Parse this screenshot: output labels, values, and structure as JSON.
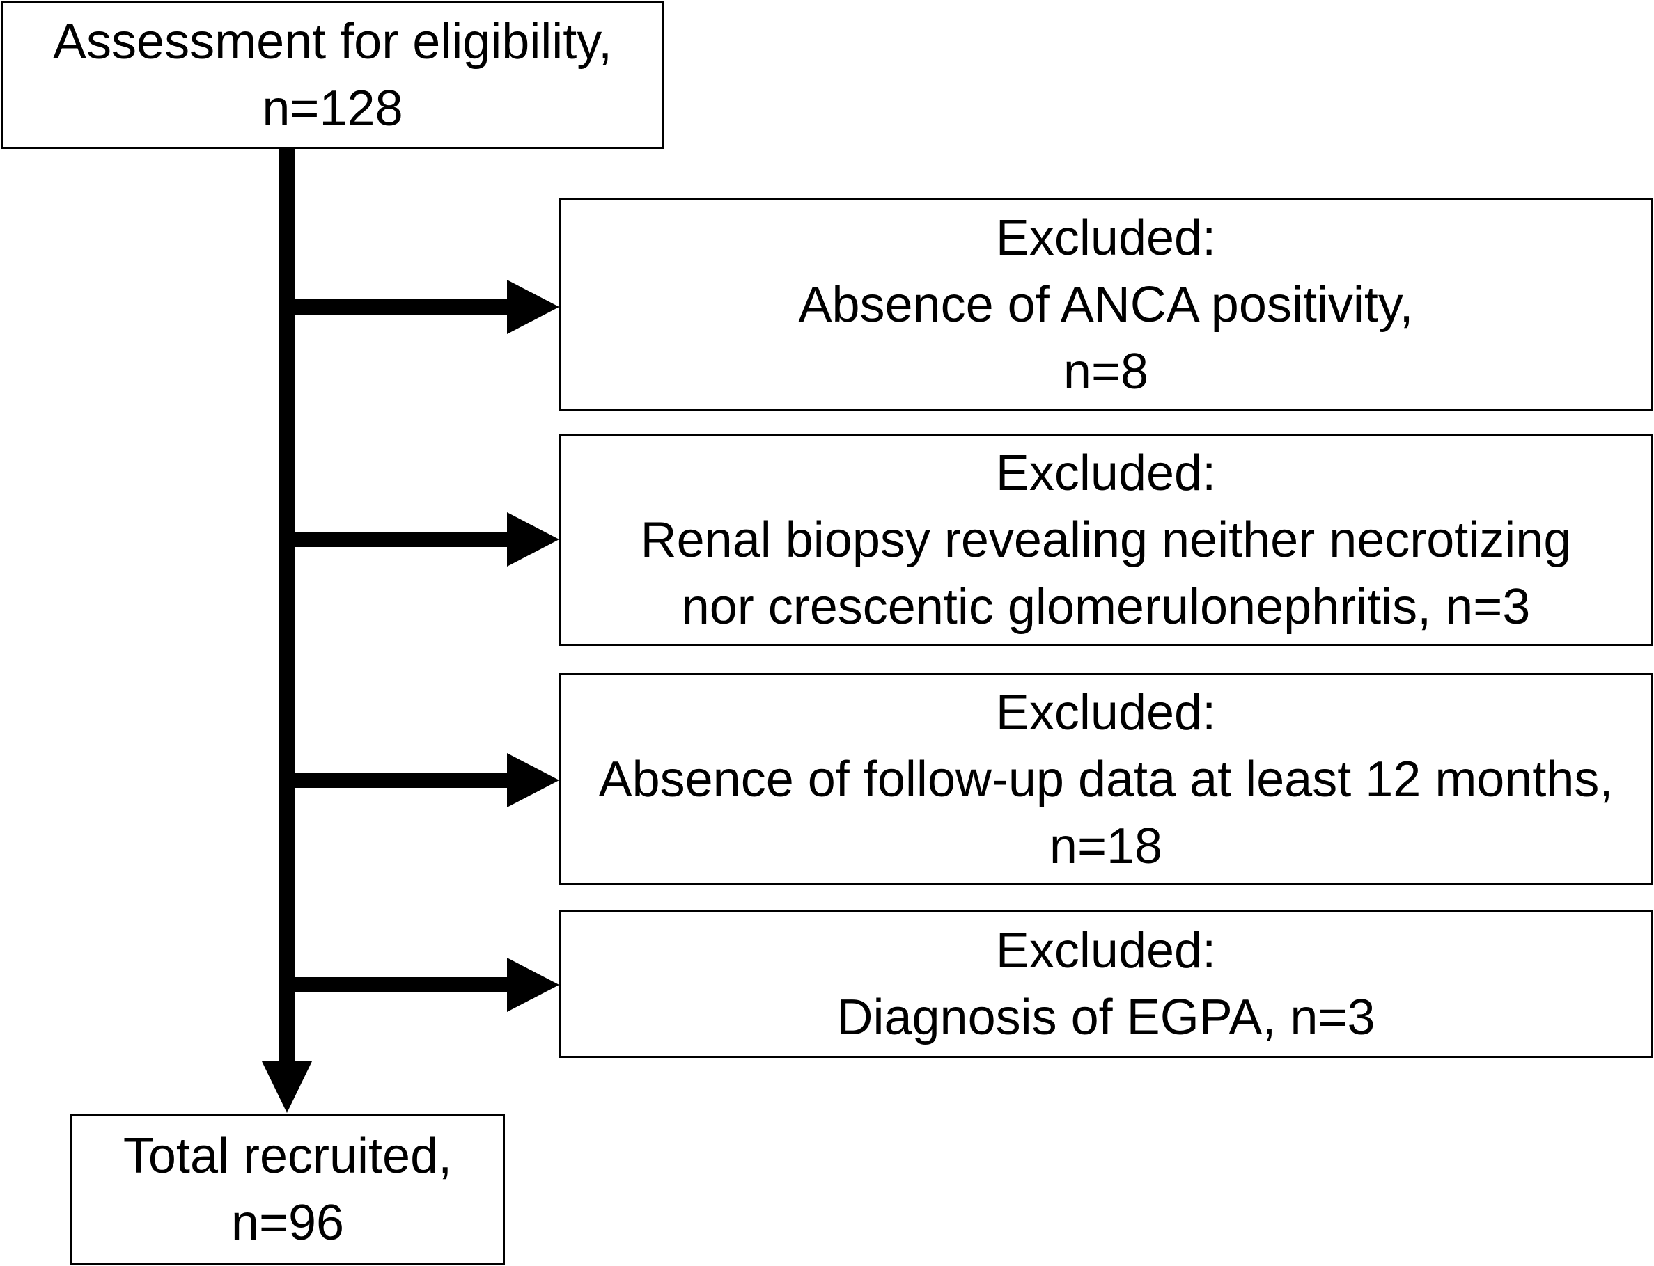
{
  "diagram": {
    "nodes": {
      "eligibility": {
        "lines": [
          "Assessment for eligibility,",
          "n=128"
        ]
      },
      "exclusions": [
        {
          "lines": [
            "Excluded:",
            "Absence of ANCA positivity,",
            "n=8"
          ]
        },
        {
          "lines": [
            "Excluded:",
            "Renal biopsy revealing neither necrotizing",
            "nor crescentic glomerulonephritis, n=3"
          ]
        },
        {
          "lines": [
            "Excluded:",
            "Absence of follow-up data at least 12 months,",
            "n=18"
          ]
        },
        {
          "lines": [
            "Excluded:",
            "Diagnosis of EGPA, n=3"
          ]
        }
      ],
      "total": {
        "lines": [
          "Total recruited,",
          "n=96"
        ]
      }
    },
    "colors": {
      "stroke": "#000000",
      "background": "#ffffff"
    }
  }
}
